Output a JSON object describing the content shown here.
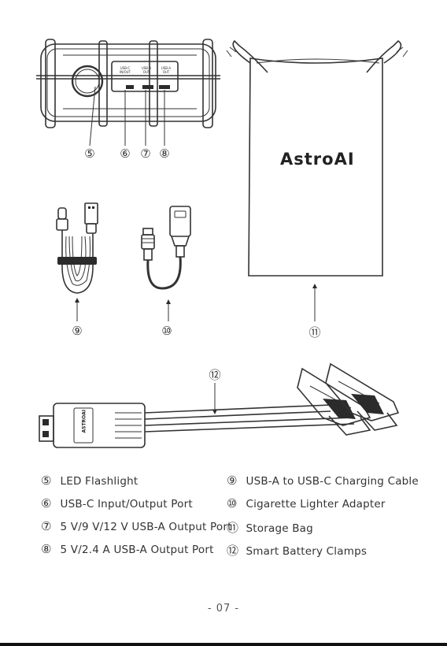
{
  "product_views": {
    "jump_starter": {
      "port_labels": [
        "USB-C IN/OUT",
        "USB-A OUT",
        "USB-A OUT"
      ]
    },
    "storage_bag": {
      "brand_text": "AstroAI"
    },
    "clamp_box": {
      "label": "ASTROAI"
    }
  },
  "callouts": {
    "c5": "⑤",
    "c6": "⑥",
    "c7": "⑦",
    "c8": "⑧",
    "c9": "⑨",
    "c10": "⑩",
    "c11": "⑪",
    "c12": "⑫"
  },
  "legend": [
    {
      "num": "⑤",
      "text": "LED Flashlight"
    },
    {
      "num": "⑥",
      "text": "USB-C Input/Output Port"
    },
    {
      "num": "⑦",
      "text": "5 V/9 V/12 V USB-A Output Port"
    },
    {
      "num": "⑧",
      "text": "5 V/2.4 A USB-A Output Port"
    },
    {
      "num": "⑨",
      "text": "USB-A to USB-C Charging Cable"
    },
    {
      "num": "⑩",
      "text": "Cigarette Lighter Adapter"
    },
    {
      "num": "⑪",
      "text": "Storage Bag"
    },
    {
      "num": "⑫",
      "text": "Smart Battery Clamps"
    }
  ],
  "page_number": "- 07 -"
}
